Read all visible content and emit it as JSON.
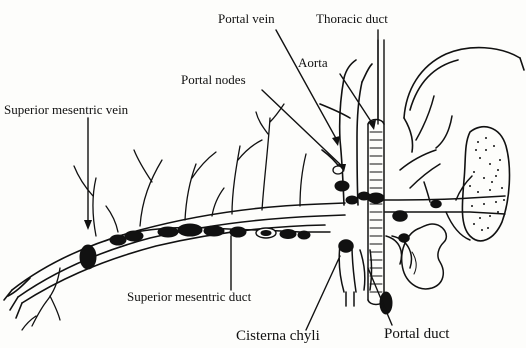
{
  "figure": {
    "labels": {
      "portal_vein": "Portal vein",
      "thoracic_duct": "Thoracic duct",
      "aorta": "Aorta",
      "portal_nodes": "Portal nodes",
      "superior_mesentric_vein": "Superior mesentric vein",
      "superior_mesentric_duct": "Superior mesentric duct",
      "cisterna_chyli": "Cisterna chyli",
      "portal_duct": "Portal duct"
    }
  },
  "colors": {
    "ink": "#111111",
    "paper": "#fdfdfb"
  }
}
